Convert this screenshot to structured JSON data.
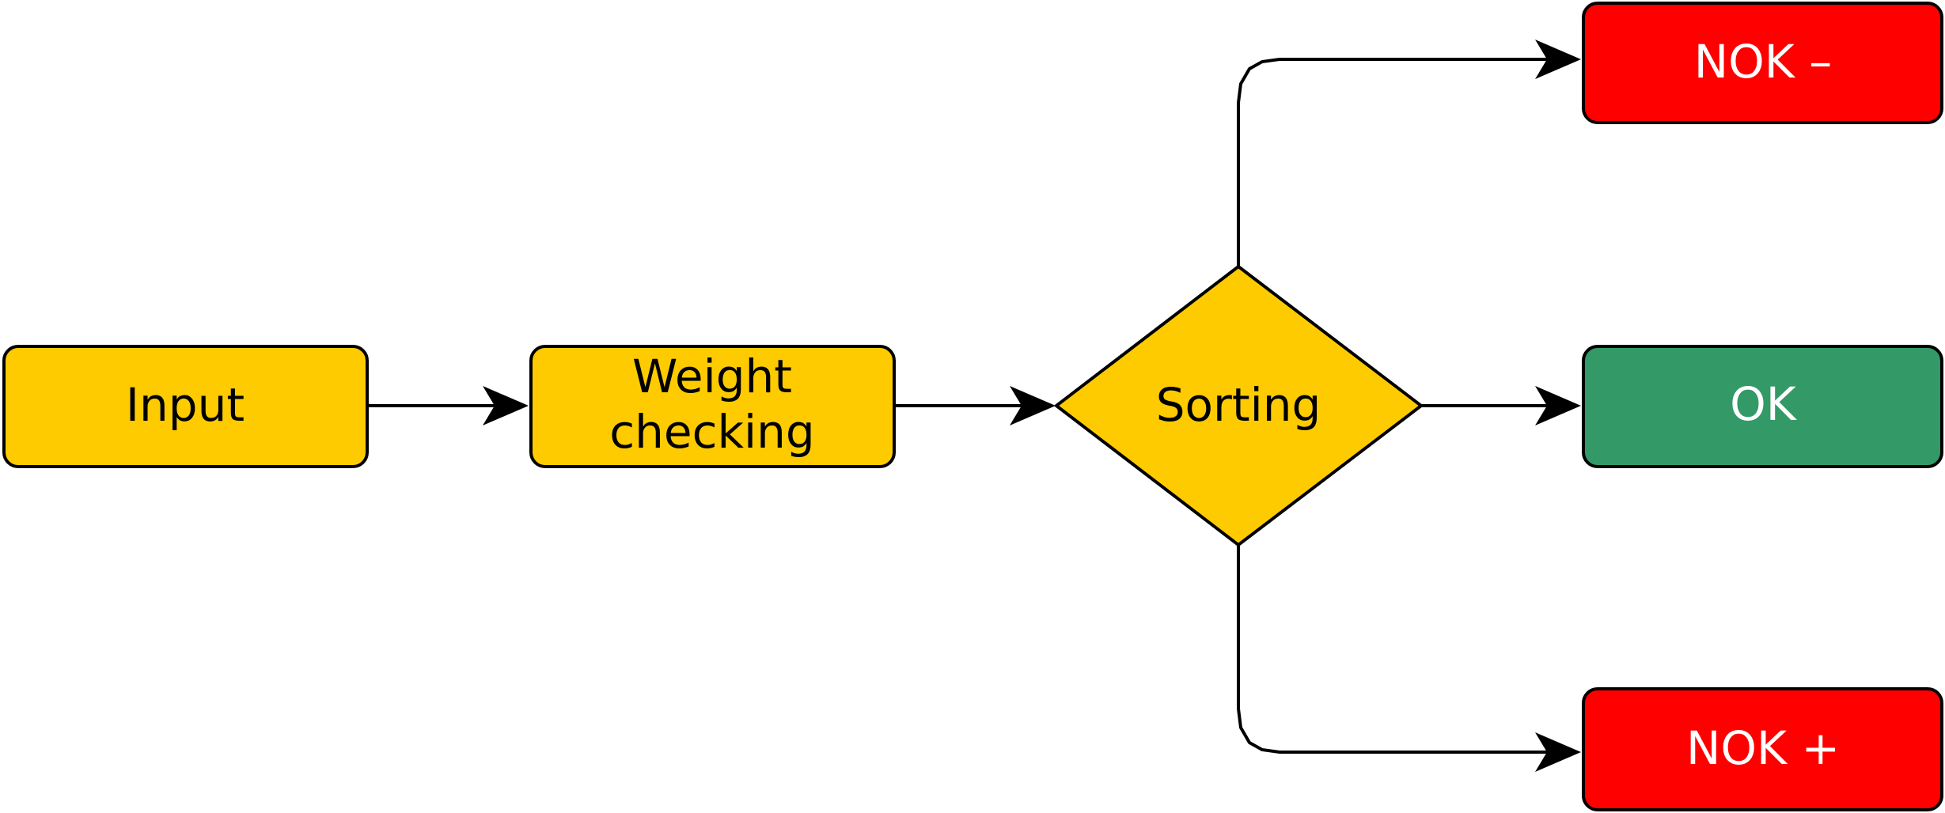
{
  "colors": {
    "process_fill": "#fecb00",
    "ok_fill": "#339966",
    "nok_fill": "#ff0000",
    "stroke": "#000000",
    "dark_text": "#000000",
    "light_text": "#ffffff"
  },
  "nodes": {
    "input": {
      "label": "Input",
      "shape": "rounded-rectangle"
    },
    "weight_checking": {
      "line1": "Weight",
      "line2": "checking",
      "shape": "rounded-rectangle"
    },
    "sorting": {
      "label": "Sorting",
      "shape": "diamond"
    },
    "nok_minus": {
      "label": "NOK –",
      "shape": "rounded-rectangle"
    },
    "ok": {
      "label": "OK",
      "shape": "rounded-rectangle"
    },
    "nok_plus": {
      "label": "NOK +",
      "shape": "rounded-rectangle"
    }
  },
  "edges": [
    {
      "from": "Input",
      "to": "Weight checking"
    },
    {
      "from": "Weight checking",
      "to": "Sorting"
    },
    {
      "from": "Sorting",
      "to": "NOK –"
    },
    {
      "from": "Sorting",
      "to": "OK"
    },
    {
      "from": "Sorting",
      "to": "NOK +"
    }
  ]
}
